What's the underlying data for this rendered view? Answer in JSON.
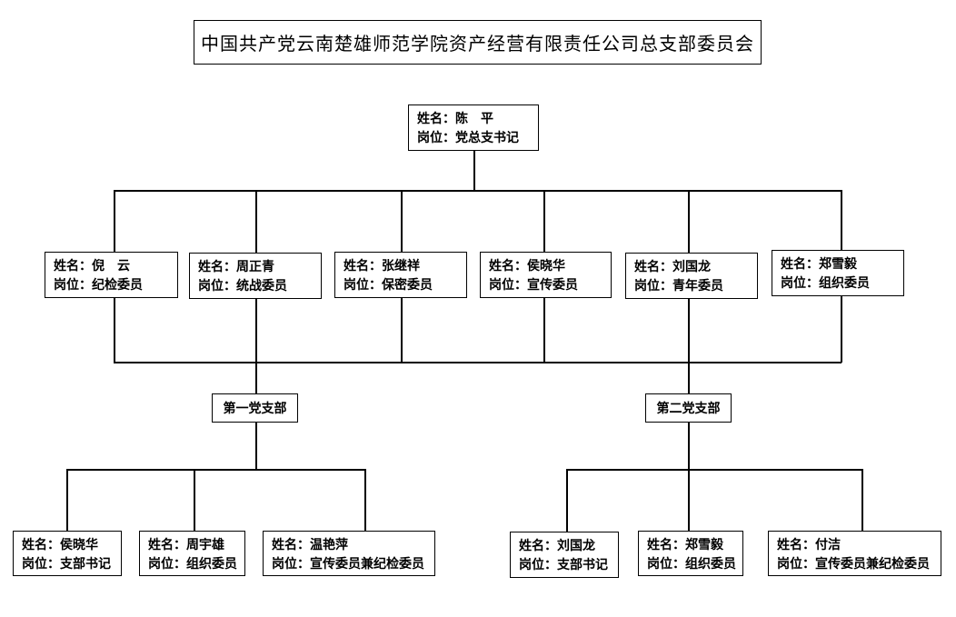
{
  "title": "中国共产党云南楚雄师范学院资产经营有限责任公司总支部委员会",
  "labels": {
    "name": "姓名：",
    "post": "岗位："
  },
  "secretary": {
    "name": "陈　平",
    "post": "党总支书记"
  },
  "committee": [
    {
      "name": "倪　云",
      "post": "纪检委员"
    },
    {
      "name": "周正青",
      "post": "统战委员"
    },
    {
      "name": "张继祥",
      "post": "保密委员"
    },
    {
      "name": "侯晓华",
      "post": "宣传委员"
    },
    {
      "name": "刘国龙",
      "post": "青年委员"
    },
    {
      "name": "郑雪毅",
      "post": "组织委员"
    }
  ],
  "branches": [
    {
      "label": "第一党支部",
      "members": [
        {
          "name": "侯晓华",
          "post": "支部书记"
        },
        {
          "name": "周宇雄",
          "post": "组织委员"
        },
        {
          "name": "温艳萍",
          "post": "宣传委员兼纪检委员"
        }
      ]
    },
    {
      "label": "第二党支部",
      "members": [
        {
          "name": "刘国龙",
          "post": "支部书记"
        },
        {
          "name": "郑雪毅",
          "post": "组织委员"
        },
        {
          "name": "付洁",
          "post": "宣传委员兼纪检委员"
        }
      ]
    }
  ]
}
